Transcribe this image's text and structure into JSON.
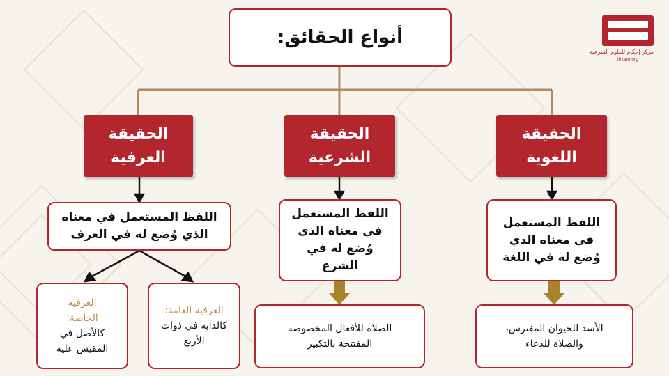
{
  "title": "أنواع الحقائق:",
  "categories": {
    "urfi": {
      "line1": "الحقيقة",
      "line2": "العرفية"
    },
    "shari": {
      "line1": "الحقيقة",
      "line2": "الشرعية"
    },
    "lughawi": {
      "line1": "الحقيقة",
      "line2": "اللغوية"
    }
  },
  "definitions": {
    "urfi": {
      "line1": "اللفظ المستعمل في معناه",
      "line2": "الذي وُضع له في العرف"
    },
    "shari": {
      "line1": "اللفظ المستعمل",
      "line2": "في معناه الذي",
      "line3": "وُضع له في الشرع"
    },
    "lughawi": {
      "line1": "اللفظ المستعمل",
      "line2": "في معناه الذي",
      "line3": "وُضع له في اللغة"
    }
  },
  "examples": {
    "shari": {
      "line1": "الصلاة للأفعال المخصوصة",
      "line2": "المفتتحة بالتكبير"
    },
    "lughawi": {
      "line1": "الأسد للحيوان المفترس،",
      "line2": "والصلاة للدعاء"
    }
  },
  "subtypes": {
    "amma": {
      "label": "العرفية العامة:",
      "line1": "كالدابة في ذوات",
      "line2": "الأربع"
    },
    "khassa": {
      "label1": "العرفية",
      "label2": "الخاصة:",
      "line1": "كالأصل في",
      "line2": "المقيس عليه"
    }
  },
  "logo": {
    "text": "مركز إحكام للعلوم الشرعية",
    "sub": "Ihkam.org"
  },
  "colors": {
    "accent": "#b3262e",
    "connector": "#b58a5a",
    "arrow_gold": "#a8832a",
    "label_tan": "#c08a4d"
  }
}
